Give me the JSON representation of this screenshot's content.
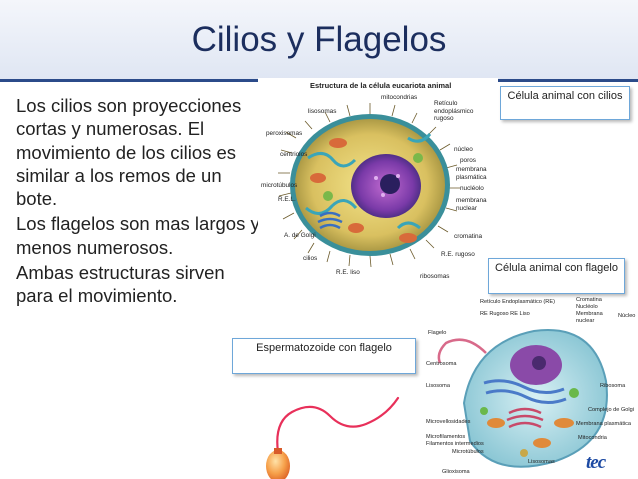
{
  "slide": {
    "title": "Cilios y Flagelos",
    "paragraphs": [
      "Los cilios son proyecciones cortas y numerosas. El movimiento de los cilios es similar a los remos de un bote.",
      "Los flagelos son mas largos y menos numerosos.",
      "Ambas estructuras sirven para el movimiento."
    ],
    "logo_text": "tec"
  },
  "callouts": {
    "cilia_cell": "Célula animal con cilios",
    "flagellum_cell": "Célula animal con flagelo",
    "sperm": "Espermatozoide con flagelo"
  },
  "figure_cilia": {
    "heading": "Estructura de la célula eucariota animal",
    "labels": {
      "mitocondrias": "mitocondrias",
      "reticulo": "Retículo endoplásmico rugoso",
      "lisosomas": "lisosomas",
      "peroxisomas": "peroxisomas",
      "centriolos": "centriolos",
      "nucleo": "núcleo",
      "poros": "poros",
      "membrana_plasmatica": "membrana plasmática",
      "microtubulos": "microtúbulos",
      "nucleolo": "nucléolo",
      "rel": "R.E.L.",
      "membrana_nuclear": "membrana nuclear",
      "golgi": "A. de Golgi",
      "cromatina": "cromatina",
      "cilios": "cilios",
      "re_rugoso": "R.E. rugoso",
      "re_liso": "R.E. liso",
      "ribosomas": "ribosomas"
    }
  },
  "figure_flagelo": {
    "labels": {
      "reticulo": "Retículo Endoplasmático (RE)",
      "re_rugoso_liso": "RE Rugoso  RE Liso",
      "cromatina": "Cromatina",
      "nucleolo": "Nucléolo",
      "membrana_nuclear": "Membrana nuclear",
      "nucleo": "Núcleo",
      "flagelo": "Flagelo",
      "centrosoma": "Centrosoma",
      "lisosoma": "Lisosoma",
      "ribosoma": "Ribosoma",
      "golgi": "Complejo de Golgi",
      "membrana_plasmatica": "Membrana plasmática",
      "microvellosidades": "Microvellosidades",
      "microfilamentos": "Microfilamentos",
      "intermedios": "Filamentos intermedios",
      "microtubulos": "Microtúbulos",
      "mitocondria": "Mitocondria",
      "lisosomas": "Lisosomas",
      "glioxisoma": "Glioxisoma"
    }
  }
}
